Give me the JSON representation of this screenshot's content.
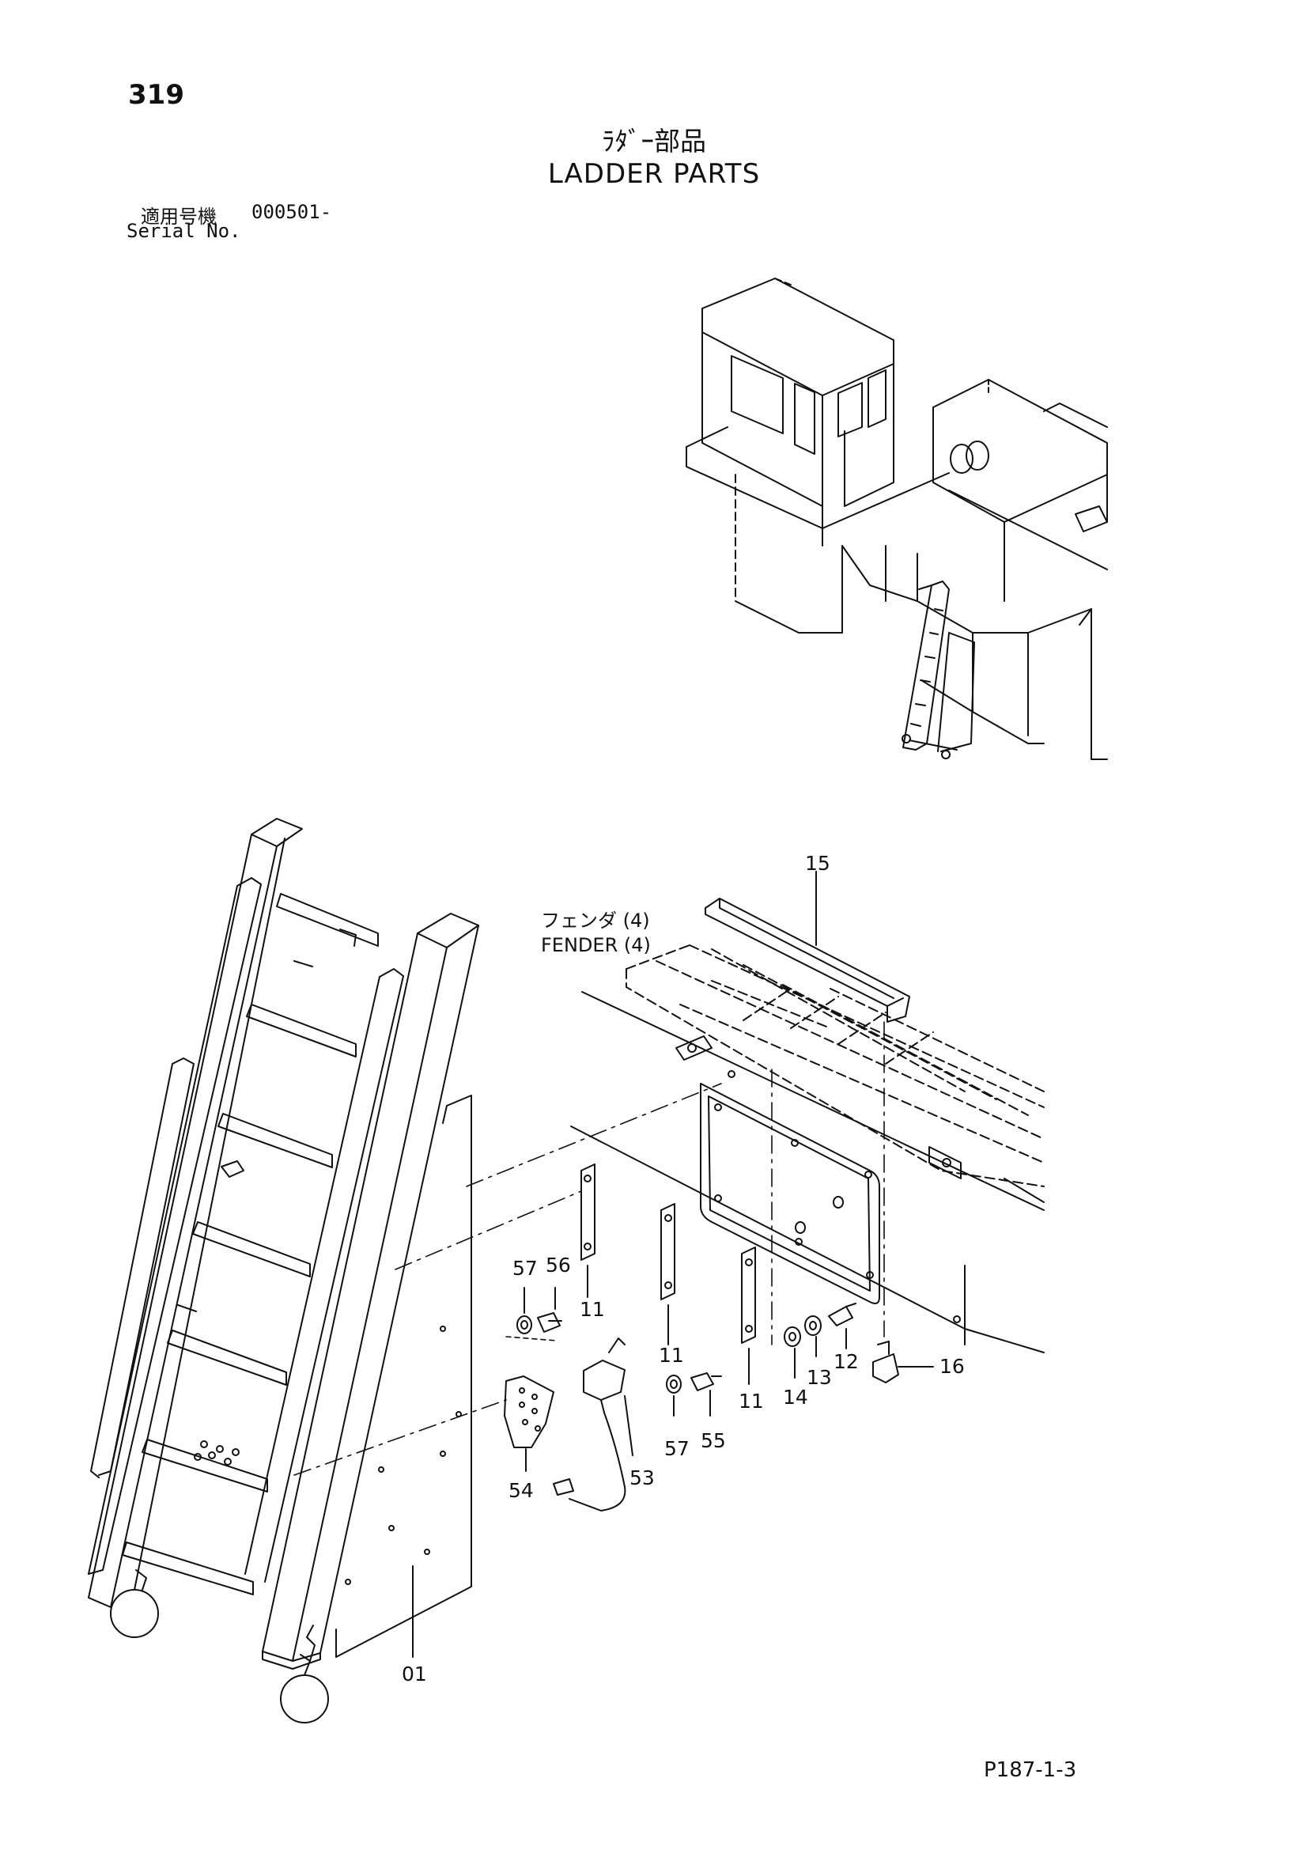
{
  "header": {
    "page_number": "319",
    "title_jp": "ﾗﾀﾞｰ部品",
    "title_en": "LADDER PARTS",
    "serial_label_jp": "適用号機",
    "serial_value": "000501-",
    "serial_label_en": "Serial No."
  },
  "fender_label": {
    "jp": "フェンダ (4)",
    "en": "FENDER (4)"
  },
  "callouts": {
    "p15": "15",
    "p57a": "57",
    "p56": "56",
    "p11a": "11",
    "p11b": "11",
    "p11c": "11",
    "p14": "14",
    "p13": "13",
    "p12": "12",
    "p16": "16",
    "p57b": "57",
    "p55": "55",
    "p54": "54",
    "p53": "53",
    "p01": "01"
  },
  "footer": {
    "page_code": "P187-1-3"
  },
  "colors": {
    "line": "#111111",
    "background": "#ffffff"
  }
}
